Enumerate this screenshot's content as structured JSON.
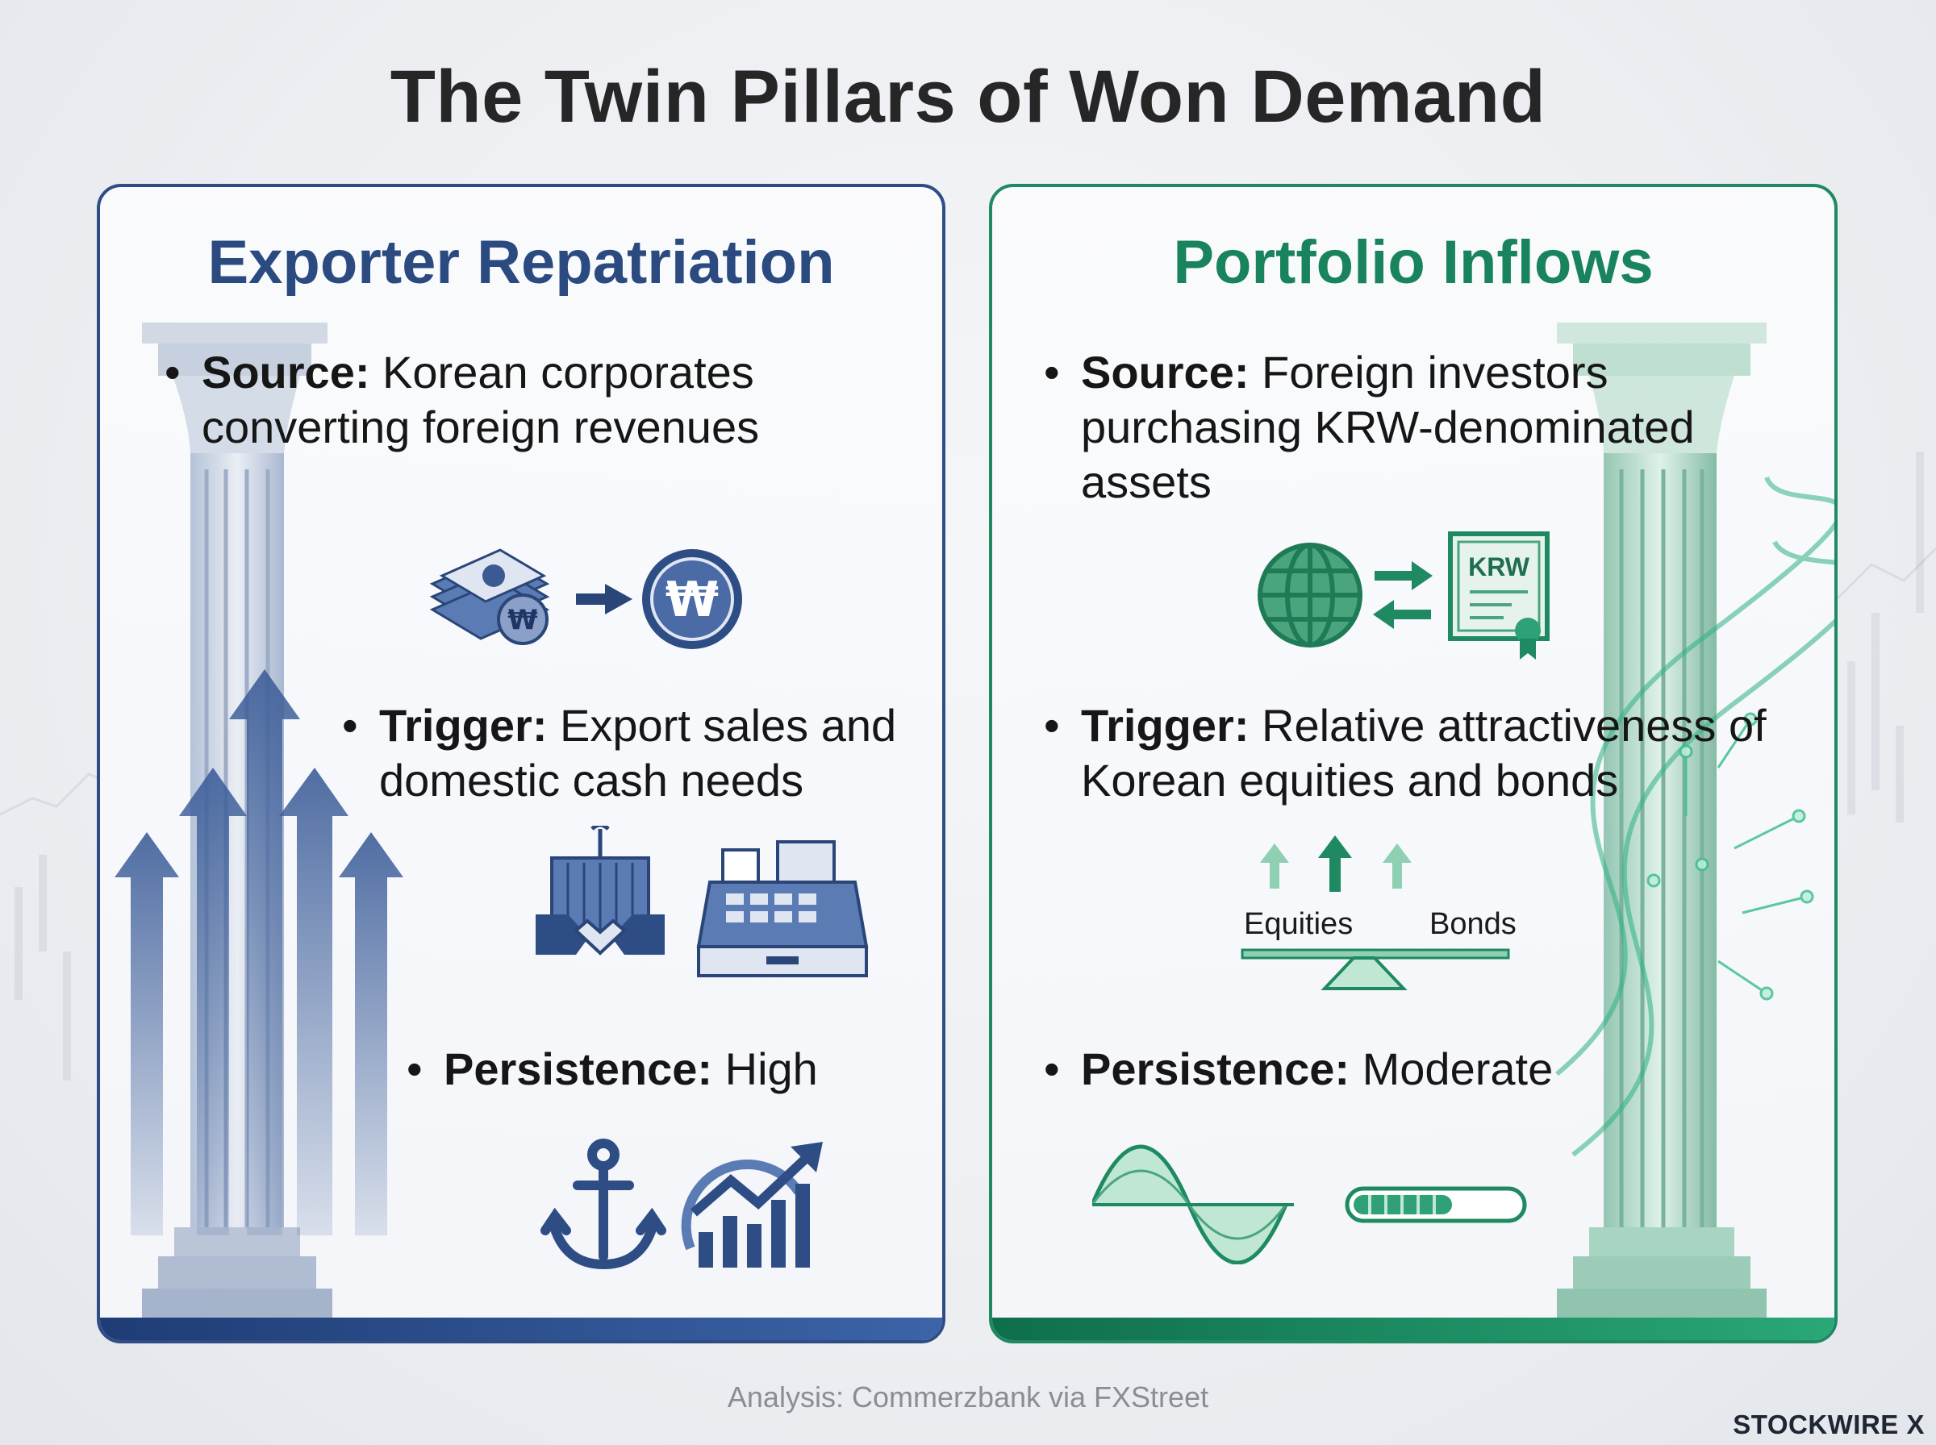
{
  "title": "The Twin Pillars of Won Demand",
  "colors": {
    "left_accent": "#2f4d85",
    "right_accent": "#1f8a62"
  },
  "left_panel": {
    "heading": "Exporter Repatriation",
    "source": {
      "label": "Source:",
      "text": " Korean corporates converting foreign revenues",
      "icons": [
        "cash-stack-icon",
        "arrow-right-icon",
        "won-coin-icon"
      ]
    },
    "trigger": {
      "label": "Trigger:",
      "text": " Export sales and domestic cash needs",
      "icons": [
        "container-handshake-icon",
        "cash-register-icon"
      ]
    },
    "persistence": {
      "label": "Persistence:",
      "text": " High",
      "icons": [
        "anchor-icon",
        "growth-chart-icon"
      ]
    }
  },
  "right_panel": {
    "heading": "Portfolio Inflows",
    "source": {
      "label": "Source:",
      "text": " Foreign investors purchasing KRW-denominated assets",
      "icons": [
        "globe-icon",
        "exchange-arrows-icon",
        "certificate-icon"
      ]
    },
    "certificate_text": "KRW",
    "trigger": {
      "label": "Trigger:",
      "text": " Relative attractiveness of Korean equities and bonds",
      "icons": [
        "balance-scale-icon"
      ]
    },
    "scale_left": "Equities",
    "scale_right": "Bonds",
    "persistence": {
      "label": "Persistence:",
      "text": " Moderate",
      "icons": [
        "wave-icon",
        "progress-bar-icon"
      ]
    },
    "progress_fraction": 0.6
  },
  "footer": "Analysis: Commerzbank via FXStreet",
  "brand": "STOCKWIRE X"
}
